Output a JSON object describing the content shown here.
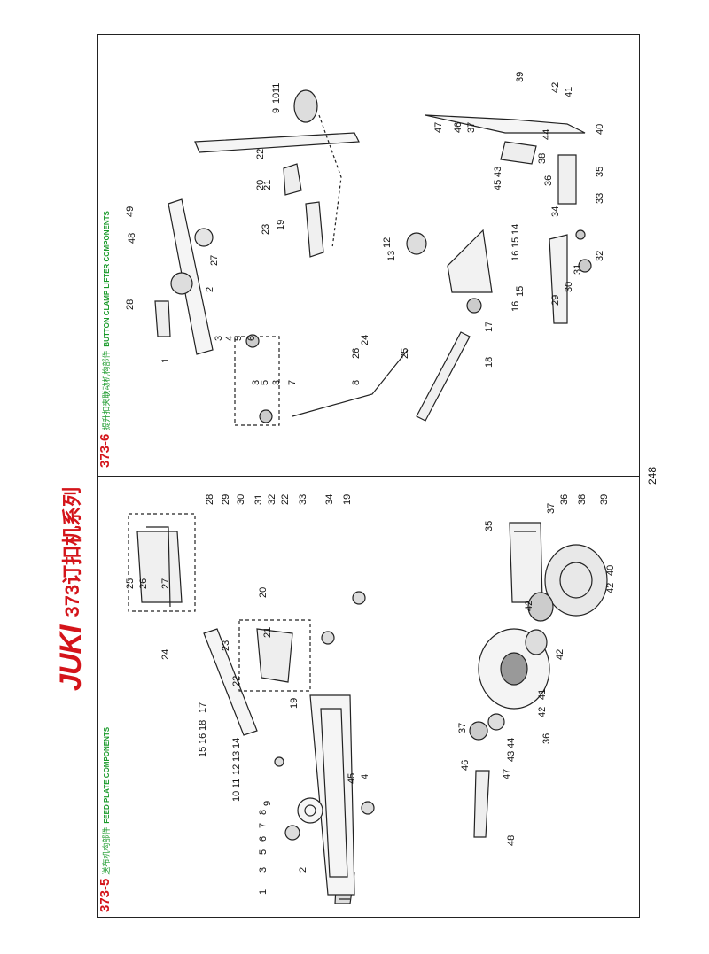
{
  "header": {
    "logo_text": "JUKI",
    "title": "373订扣机系列"
  },
  "page_number": "248",
  "sections": [
    {
      "code": "373-5",
      "name_cn": "送布机构部件",
      "name_en": "FEED PLATE COMPONENTS"
    },
    {
      "code": "373-6",
      "name_cn": "提升扣夹联动机构部件",
      "name_en": "BUTTON CLAMP LIFTER COMPONENTS"
    }
  ],
  "colors": {
    "brand_red": "#d4141a",
    "subtitle_green": "#1a9a2a",
    "line": "#222222"
  },
  "callouts_left": [
    "1",
    "3",
    "5",
    "6",
    "7",
    "8",
    "2",
    "10",
    "11",
    "12",
    "13",
    "14",
    "9",
    "15",
    "16",
    "18",
    "17",
    "45",
    "4",
    "24",
    "23",
    "22",
    "21",
    "20",
    "19",
    "25",
    "26",
    "27",
    "28",
    "29",
    "30",
    "31",
    "32",
    "22",
    "33",
    "34",
    "19",
    "46",
    "47",
    "48",
    "37",
    "43",
    "44",
    "36",
    "42",
    "41",
    "42",
    "42",
    "35",
    "37",
    "36",
    "38",
    "39",
    "42",
    "40"
  ],
  "callouts_right": [
    "1",
    "28",
    "2",
    "3",
    "4",
    "5",
    "6",
    "27",
    "48",
    "49",
    "23",
    "19",
    "21",
    "20",
    "22",
    "9",
    "10",
    "11",
    "3",
    "5",
    "3",
    "7",
    "8",
    "26",
    "24",
    "25",
    "17",
    "18",
    "16",
    "15",
    "12",
    "13",
    "16",
    "15",
    "14",
    "34",
    "33",
    "29",
    "30",
    "31",
    "32",
    "47",
    "46",
    "37",
    "45",
    "43",
    "38",
    "36",
    "35",
    "44",
    "40",
    "41",
    "42",
    "39"
  ]
}
